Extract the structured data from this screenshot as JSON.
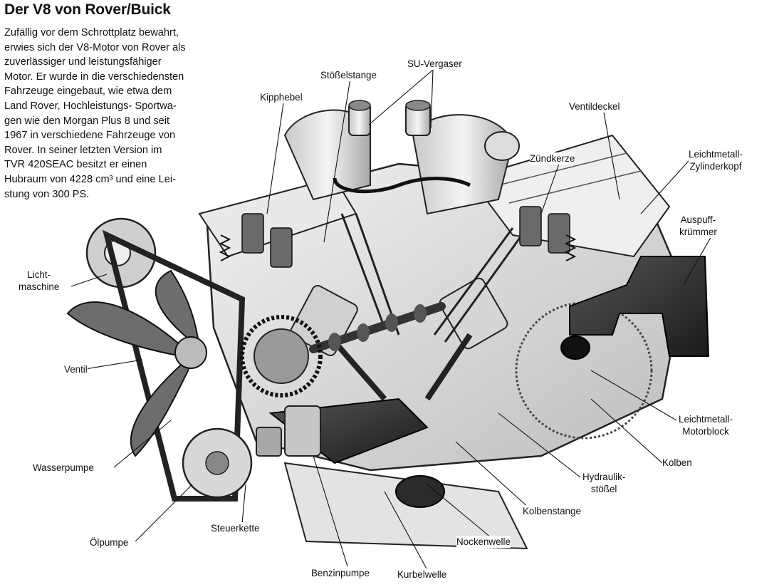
{
  "title": "Der V8 von Rover/Buick",
  "intro_lines": [
    "Zufällig vor dem Schrottplatz bewahrt,",
    "erwies sich der V8-Motor von Rover als",
    "zuverlässiger und leistungsfähiger",
    "Motor. Er wurde in die verschiedensten",
    "Fahrzeuge eingebaut, wie etwa dem",
    "Land Rover, Hochleistungs- Sportwa-",
    "gen wie den Morgan Plus 8 und seit",
    "1967 in verschiedene Fahrzeuge von",
    "Rover. In seiner letzten Version im",
    "TVR 420SEAC besitzt er einen",
    "Hubraum von 4228 cm³ und eine Lei-",
    "stung von 300 PS."
  ],
  "labels": {
    "kipphebel": "Kipphebel",
    "stoesselstange": "Stößelstange",
    "su_vergaser": "SU-Vergaser",
    "ventildeckel": "Ventildeckel",
    "zuendkerze": "Zündkerze",
    "zylinderkopf": [
      "Leichtmetall-",
      "Zylinderkopf"
    ],
    "auspuff": [
      "Auspuff-",
      "krümmer"
    ],
    "lichtmaschine": [
      "Licht-",
      "maschine"
    ],
    "ventil": "Ventil",
    "wasserpumpe": "Wasserpumpe",
    "oelpumpe": "Ölpumpe",
    "steuerkette": "Steuerkette",
    "benzinpumpe": "Benzinpumpe",
    "kurbelwelle": "Kurbelwelle",
    "nockenwelle": "Nockenwelle",
    "kolbenstange": "Kolbenstange",
    "hydraulik": [
      "Hydraulik-",
      "stößel"
    ],
    "kolben": "Kolben",
    "motorblock": [
      "Leichtmetall-",
      "Motorblock"
    ]
  }
}
